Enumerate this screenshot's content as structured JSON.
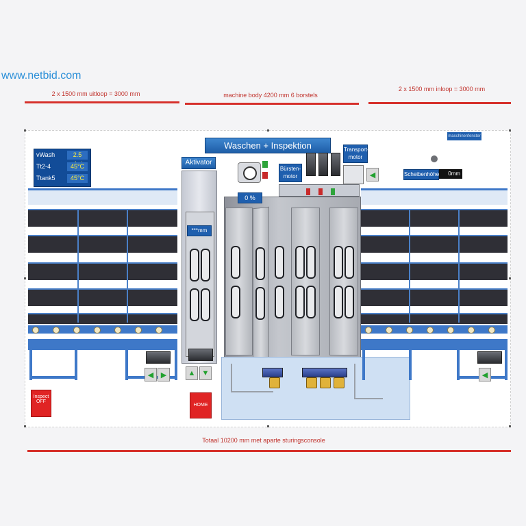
{
  "watermark": "www.netbid.com",
  "dimensions": {
    "left": "2 x 1500 mm uitloop = 3000 mm",
    "middle": "machine body 4200 mm 6 borstels",
    "right": "2 x 1500 mm inloop = 3000 mm",
    "bottom": "Totaal 10200 mm met aparte sturingsconsole"
  },
  "hmi": {
    "title": "Waschen + Inspektion",
    "small_top_label": "maschinenfenster",
    "info": [
      {
        "label": "vWash",
        "value": "2.5 m/min"
      },
      {
        "label": "Tt2-4",
        "value": "45°C"
      },
      {
        "label": "Ttank5",
        "value": "45°C"
      }
    ],
    "aktivator_label": "Aktivator",
    "aktivator_value": "***mm",
    "percent_value": "0 %",
    "bursten_label": "Bürsten-\nmotor",
    "transport_label": "Transport-\nmotor",
    "scheibenhohe_label": "Scheibenhöhe",
    "scheibenhohe_value": "0mm",
    "inspect_button": "Inspect\nOFF",
    "home_button": "HOME",
    "colors": {
      "accent": "#1f5fae",
      "alarm": "#e02424",
      "ok": "#22a12f",
      "belt": "#2f2f36"
    }
  }
}
